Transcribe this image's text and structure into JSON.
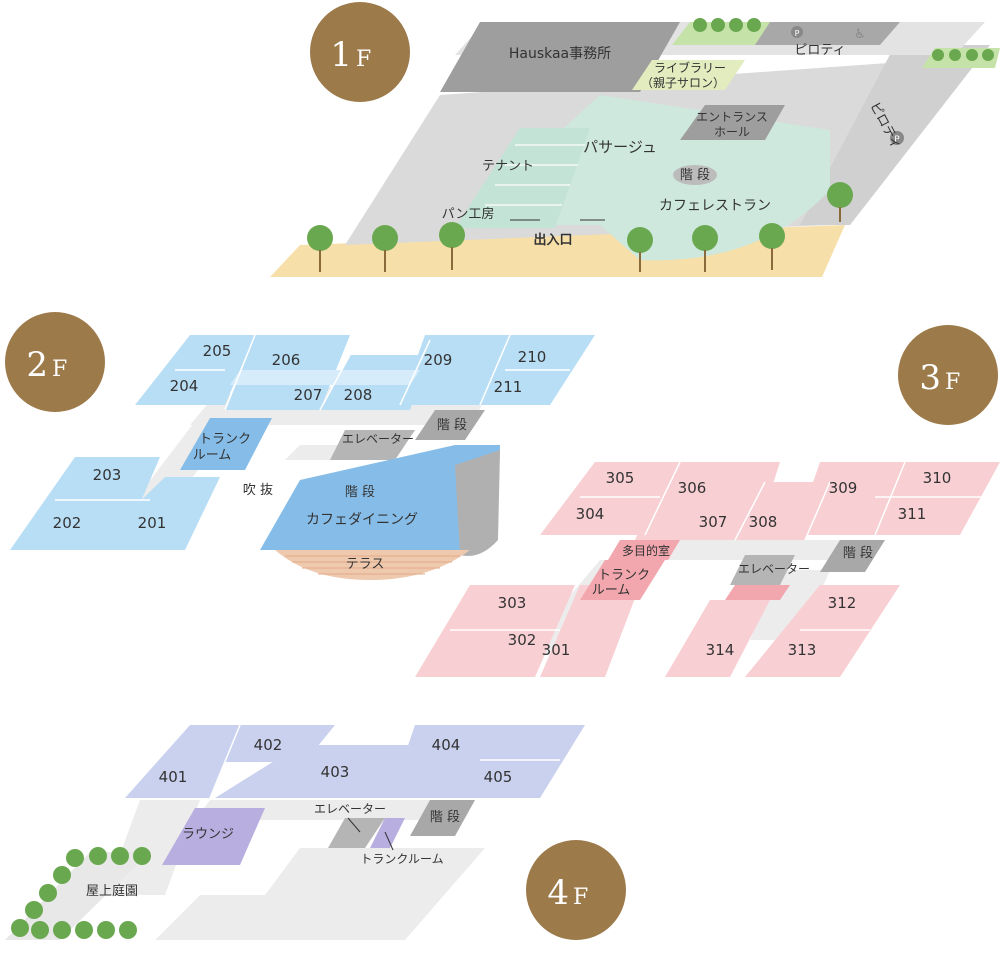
{
  "floors": {
    "f1": {
      "badge_num": "1",
      "badge_unit": "F",
      "office": "Hauskaa事務所",
      "pilotis_top": "ピロティ",
      "pilotis_side": "ピロティ",
      "library_line1": "ライブラリー",
      "library_line2": "（親子サロン）",
      "entrance_hall_line1": "エントランス",
      "entrance_hall_line2": "ホール",
      "passage": "パサージュ",
      "tenant": "テナント",
      "stairs": "階 段",
      "cafe_restaurant": "カフェレストラン",
      "bakery": "パン工房",
      "entrance": "出入口",
      "parking_symbol": "P",
      "accessible_symbol": "♿"
    },
    "f2": {
      "badge_num": "2",
      "badge_unit": "F",
      "rooms": [
        "201",
        "202",
        "203",
        "204",
        "205",
        "206",
        "207",
        "208",
        "209",
        "210",
        "211"
      ],
      "trunk_line1": "トランク",
      "trunk_line2": "ルーム",
      "elevator": "エレベーター",
      "stairs_upper": "階 段",
      "stairs_lower": "階 段",
      "atrium": "吹 抜",
      "cafe_dining": "カフェダイニング",
      "terrace": "テラス"
    },
    "f3": {
      "badge_num": "3",
      "badge_unit": "F",
      "rooms": [
        "301",
        "302",
        "303",
        "304",
        "305",
        "306",
        "307",
        "308",
        "309",
        "310",
        "311",
        "312",
        "313",
        "314"
      ],
      "multipurpose": "多目的室",
      "trunk_line1": "トランク",
      "trunk_line2": "ルーム",
      "elevator": "エレベーター",
      "stairs": "階 段"
    },
    "f4": {
      "badge_num": "4",
      "badge_unit": "F",
      "rooms": [
        "401",
        "402",
        "403",
        "404",
        "405"
      ],
      "lounge": "ラウンジ",
      "elevator": "エレベーター",
      "stairs": "階 段",
      "trunk_room": "トランクルーム",
      "rooftop_garden": "屋上庭園"
    }
  },
  "colors": {
    "badge": "#9d7a4a",
    "f1_floor": "#d9d9d9",
    "f1_passage": "#cfe8dd",
    "f1_block": "#9e9e9e",
    "f1_ground": "#f6dfa9",
    "f2_room": "#b8def5",
    "f2_room_dark": "#86bde8",
    "f3_room": "#f8cfd3",
    "f3_room_dark": "#f2a7ae",
    "f4_room": "#c9d1ee",
    "f4_lounge": "#b9aee0",
    "corridor": "#ececec",
    "core": "#9f9f9f",
    "tree": "#6aa850"
  }
}
